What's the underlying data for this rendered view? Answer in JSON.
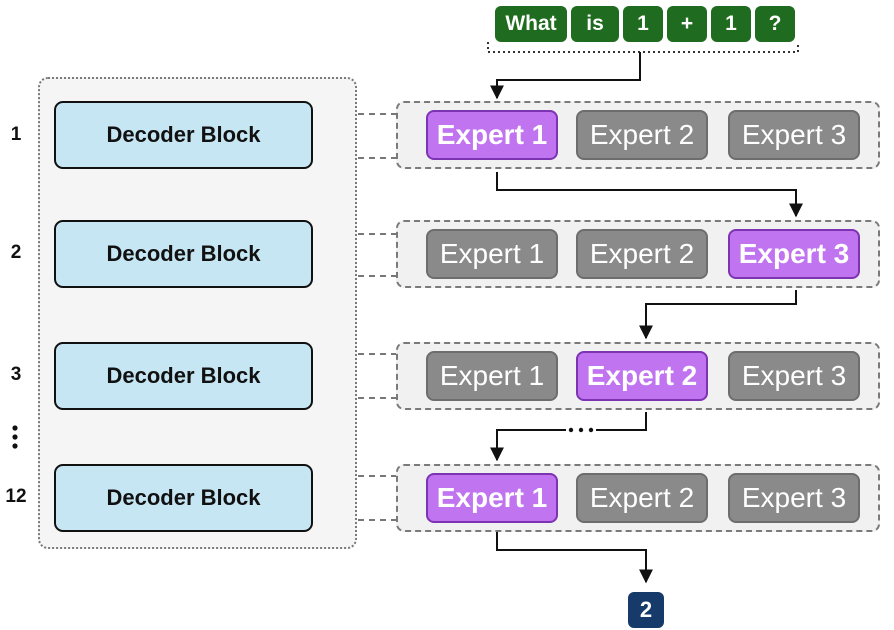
{
  "input_tokens": [
    "What",
    "is",
    "1",
    "+",
    "1",
    "?"
  ],
  "layers": [
    {
      "number": "1",
      "block_label": "Decoder Block",
      "experts": [
        "Expert 1",
        "Expert 2",
        "Expert 3"
      ],
      "active_expert": 1
    },
    {
      "number": "2",
      "block_label": "Decoder Block",
      "experts": [
        "Expert 1",
        "Expert 2",
        "Expert 3"
      ],
      "active_expert": 3
    },
    {
      "number": "3",
      "block_label": "Decoder Block",
      "experts": [
        "Expert 1",
        "Expert 2",
        "Expert 3"
      ],
      "active_expert": 2
    },
    {
      "number": "12",
      "block_label": "Decoder Block",
      "experts": [
        "Expert 1",
        "Expert 2",
        "Expert 3"
      ],
      "active_expert": 1
    }
  ],
  "output_token": "2",
  "colors": {
    "token_bg": "#1f6b1f",
    "decoder_bg": "#c6e6f3",
    "expert_active": "#c074f0",
    "expert_inactive": "#8a8a8a",
    "output_bg": "#163a6a"
  }
}
